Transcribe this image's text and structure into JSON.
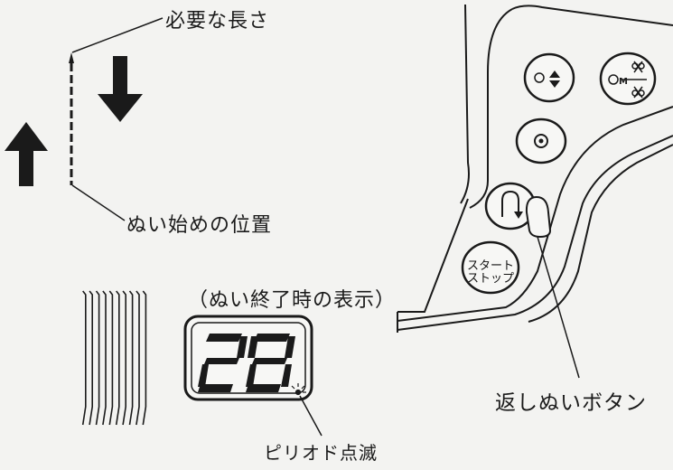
{
  "labels": {
    "required_length": "必要な長さ",
    "sewing_start_position": "ぬい始めの位置",
    "display_at_end": "（ぬい終了時の表示）",
    "period_blinking": "ピリオド点滅",
    "reverse_button": "返しぬいボタン"
  },
  "display": {
    "value": "28"
  },
  "panel_buttons": {
    "start_stop_line1": "スタート",
    "start_stop_line2": "ストップ",
    "cutter_letter": "M"
  },
  "icons": [
    "arrow-up-icon",
    "arrow-down-icon",
    "needle-position-icon",
    "thread-cutter-icon",
    "stop-position-icon",
    "reverse-stitch-icon",
    "finger-icon"
  ],
  "colors": {
    "background": "#f3f3f1",
    "ink": "#1a1a1a"
  }
}
